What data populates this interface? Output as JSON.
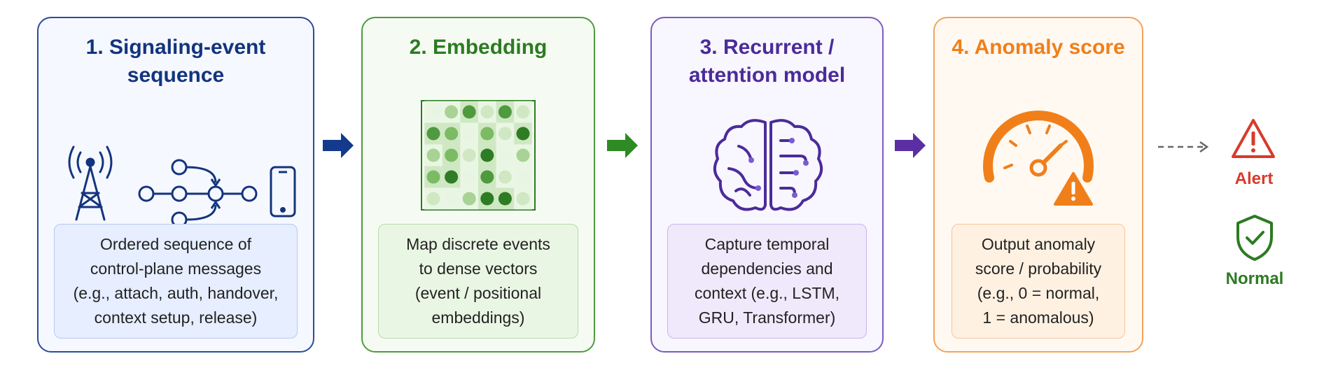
{
  "stages": [
    {
      "title_lines": [
        "1. Signaling-event",
        "sequence"
      ],
      "desc_lines": [
        "Ordered sequence of",
        "control-plane messages",
        "(e.g., attach, auth, handover,",
        "context setup, release)"
      ],
      "accent": "#13347e"
    },
    {
      "title_lines": [
        "2. Embedding"
      ],
      "desc_lines": [
        "Map discrete events",
        "to dense vectors",
        "(event / positional",
        "embeddings)"
      ],
      "accent": "#2d7a22"
    },
    {
      "title_lines": [
        "3. Recurrent /",
        "attention model"
      ],
      "desc_lines": [
        "Capture temporal",
        "dependencies and",
        "context (e.g., LSTM,",
        "GRU, Transformer)"
      ],
      "accent": "#4b2b9a"
    },
    {
      "title_lines": [
        "4. Anomaly score"
      ],
      "desc_lines": [
        "Output anomaly",
        "score / probability",
        "(e.g., 0 = normal,",
        "1 = anomalous)"
      ],
      "accent": "#f07f1a"
    }
  ],
  "outcomes": {
    "alert": {
      "label": "Alert",
      "color": "#d93a2b",
      "icon": "warning-triangle-icon"
    },
    "normal": {
      "label": "Normal",
      "color": "#2d7a22",
      "icon": "check-shield-icon"
    }
  },
  "icons": [
    "cell-tower-icon",
    "event-graph-icon",
    "smartphone-icon",
    "embedding-matrix-icon",
    "brain-circuit-icon",
    "gauge-icon",
    "warning-icon"
  ],
  "colors": {
    "arrow_1": "#133a8c",
    "arrow_2": "#2e8a22",
    "arrow_3": "#5b2fa3",
    "dashed_arrow": "#666666"
  }
}
